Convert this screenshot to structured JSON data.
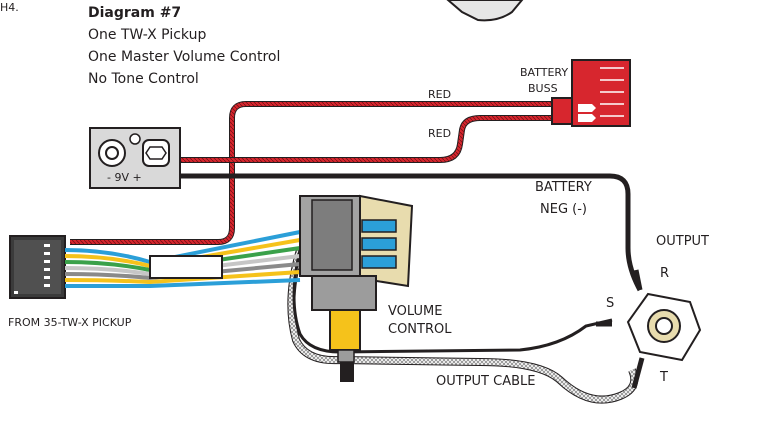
{
  "corner_text": "H4.",
  "header": {
    "title": "Diagram #7",
    "lines": [
      "One TW-X Pickup",
      "One Master Volume Control",
      "No Tone Control"
    ]
  },
  "labels": {
    "battery_buss": [
      "BATTERY",
      "BUSS"
    ],
    "red_top": "RED",
    "red_lower": "RED",
    "battery_9v": "- 9V +",
    "battery_neg": [
      "BATTERY",
      "NEG (-)"
    ],
    "output": "OUTPUT",
    "terminal_r": "R",
    "terminal_s": "S",
    "terminal_t": "T",
    "volume_control": [
      "VOLUME",
      "CONTROL"
    ],
    "from_pickup": "FROM 35-TW-X PICKUP",
    "output_cable": "OUTPUT CABLE"
  },
  "colors": {
    "red_wire": "#d7262e",
    "black_wire": "#231f20",
    "pot_shaft": "#f5c21b",
    "switch_blue": "#2b9fd8",
    "buss_red": "#d7262e",
    "pcb_tan": "#e8dcae",
    "battery_box": "#d9d9d9"
  }
}
